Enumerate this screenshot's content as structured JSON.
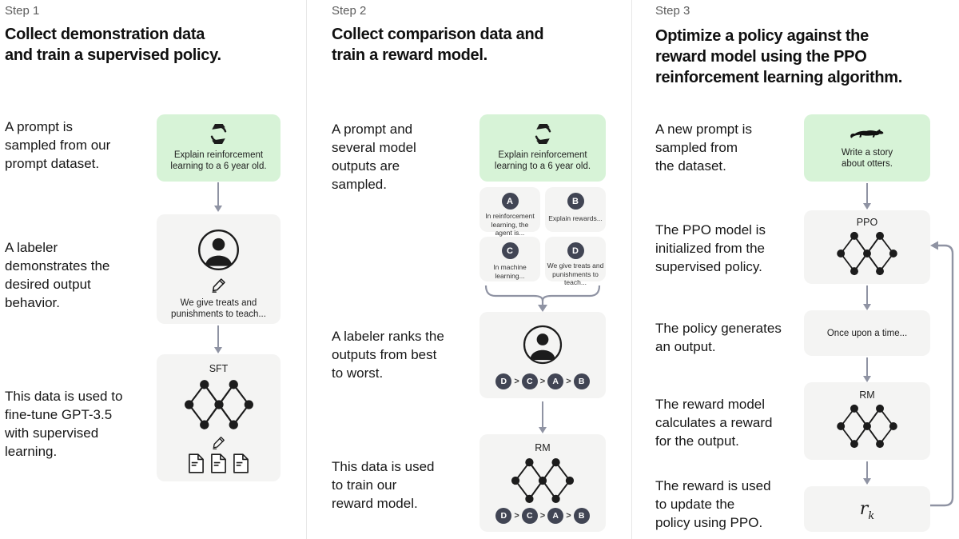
{
  "ranking_separator": ">",
  "steps": [
    {
      "label": "Step 1",
      "title": "Collect demonstration data\nand train a supervised policy.",
      "captions": [
        "A prompt is\nsampled from our\nprompt dataset.",
        "A labeler\ndemonstrates the\ndesired output\nbehavior.",
        "This data is used to\nfine-tune GPT-3.5\nwith supervised\nlearning."
      ],
      "prompt_text": "Explain reinforcement\nlearning to a 6 year old.",
      "labeler_text": "We give treats and\npunishments to teach...",
      "sft_label": "SFT"
    },
    {
      "label": "Step 2",
      "title": "Collect comparison data and\ntrain a reward model.",
      "captions": [
        "A prompt and\nseveral model\noutputs are\nsampled.",
        "A labeler ranks the\noutputs from best\nto worst.",
        "This data is used\nto train our\nreward model."
      ],
      "prompt_text": "Explain reinforcement\nlearning to a 6 year old.",
      "outputs": [
        {
          "letter": "A",
          "text": "In reinforcement\nlearning, the\nagent is..."
        },
        {
          "letter": "B",
          "text": "Explain rewards..."
        },
        {
          "letter": "C",
          "text": "In machine\nlearning..."
        },
        {
          "letter": "D",
          "text": "We give treats and\npunishments to\nteach..."
        }
      ],
      "ranking": [
        "D",
        "C",
        "A",
        "B"
      ],
      "rm_label": "RM"
    },
    {
      "label": "Step 3",
      "title": "Optimize a policy against the\nreward model using the PPO\nreinforcement learning algorithm.",
      "captions": [
        "A new prompt is\nsampled from\nthe dataset.",
        "The PPO model is\ninitialized from the\nsupervised policy.",
        "The policy generates\nan output.",
        "The reward model\ncalculates a reward\nfor the output.",
        "The reward is used\nto update the\npolicy using PPO."
      ],
      "prompt_text": "Write a story\nabout otters.",
      "ppo_label": "PPO",
      "output_text": "Once upon a time...",
      "rm_label": "RM",
      "reward_base": "r",
      "reward_sub": "k"
    }
  ],
  "colors": {
    "green_box": "#d7f3d7",
    "gray_box": "#f4f4f3",
    "dark_circle": "#414554",
    "arrow": "#8f93a3"
  }
}
